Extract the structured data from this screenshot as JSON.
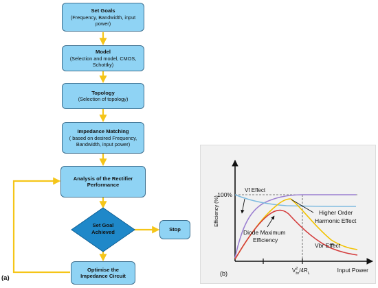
{
  "panel_a_label": "(a)",
  "panel_b_label": "(b)",
  "flowchart": {
    "set_goals": {
      "title": "Set Goals",
      "detail": "(Frequency, Bandwidth, input power)"
    },
    "model": {
      "title": "Model",
      "detail": "(Selection and model, CMOS, Schottky)"
    },
    "topology": {
      "title": "Topology",
      "detail": "(Selection of topology)"
    },
    "impedance": {
      "title": "Impedance Matching",
      "detail": "( based on desired Frequency, Bandwidth, input power)"
    },
    "analysis": {
      "title": "Analysis of the Rectifier Performance"
    },
    "decision": {
      "line1": "Set Goal",
      "line2": "Achieved"
    },
    "stop": {
      "title": "Stop"
    },
    "optimise": {
      "title": "Optimise the Impedance Circuit"
    }
  },
  "colors": {
    "box_fill": "#8fd3f4",
    "box_border": "#3d6f8f",
    "arrow": "#f5c518",
    "diamond": "#1f88c9"
  },
  "chart_data": {
    "type": "line",
    "xlabel": "Input Power",
    "ylabel": "Efficiency (%)",
    "y_tick": "100%",
    "x_tick_main": "V",
    "x_tick_sup": "2",
    "x_tick_sub": "br",
    "x_tick_rest": "/4R",
    "x_tick_rest_sub": "L",
    "annotations": {
      "vf": "Vf Effect",
      "harmonic_1": "Higher Order",
      "harmonic_2": "Harmonic Effect",
      "diode_1": "Diode Maximum",
      "diode_2": "Efficiency",
      "vbr": "Vbr Effect"
    },
    "series_colors": {
      "ideal": "#9b7fd1",
      "harmonic": "#7fbbe0",
      "yellow": "#f2c200",
      "red": "#d43c3c"
    }
  }
}
